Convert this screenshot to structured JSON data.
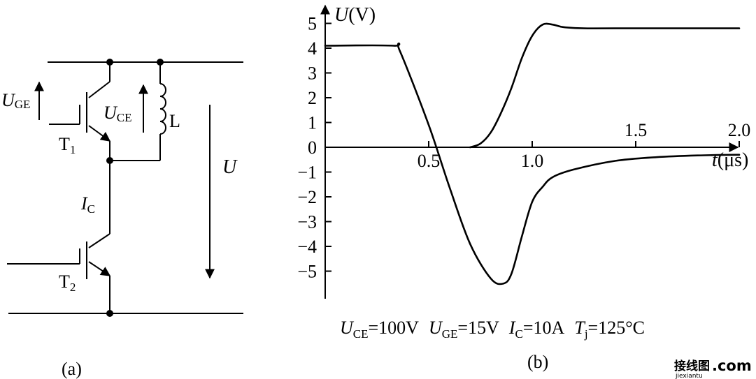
{
  "circuit": {
    "label_uge_main": "U",
    "label_uge_sub": "GE",
    "label_uce_main": "U",
    "label_uce_sub": "CE",
    "label_l": "L",
    "label_t1_main": "T",
    "label_t1_sub": "1",
    "label_t2_main": "T",
    "label_t2_sub": "2",
    "label_ic_main": "I",
    "label_ic_sub": "C",
    "label_u": "U",
    "caption": "(a)"
  },
  "plot": {
    "ylabel_main": "U",
    "ylabel_unit": "(V)",
    "xlabel_main": "t",
    "xlabel_unit": "(μs)",
    "caption": "(b)",
    "conditions": [
      {
        "main": "U",
        "sub": "CE",
        "value": "=100V"
      },
      {
        "main": "U",
        "sub": "GE",
        "value": "=15V"
      },
      {
        "main": "I",
        "sub": "C",
        "value": "=10A"
      },
      {
        "main": "T",
        "sub": "j",
        "value": "=125°C"
      }
    ]
  },
  "chart_data": {
    "type": "line",
    "xlabel": "t(μs)",
    "ylabel": "U(V)",
    "xlim": [
      0,
      2.1
    ],
    "ylim": [
      -6,
      5.5
    ],
    "x_ticks": [
      "0.5",
      "1.0",
      "1.5",
      "2.0"
    ],
    "y_ticks": [
      "5",
      "4",
      "3",
      "2",
      "1",
      "0",
      "−1",
      "−2",
      "−3",
      "−4",
      "−5"
    ],
    "series": [
      {
        "x": [
          0,
          0.33,
          0.36,
          0.5,
          0.6,
          0.7,
          0.8,
          0.86,
          0.9,
          0.95,
          1.0,
          1.05,
          1.1,
          1.2,
          1.4,
          1.6,
          1.8,
          2.0
        ],
        "y": [
          4.1,
          4.1,
          3.9,
          0.9,
          -1.6,
          -3.9,
          -5.3,
          -5.5,
          -5.1,
          -3.6,
          -2.2,
          -1.6,
          -1.2,
          -0.9,
          -0.55,
          -0.4,
          -0.33,
          -0.3
        ]
      },
      {
        "x": [
          0.7,
          0.75,
          0.8,
          0.85,
          0.9,
          0.95,
          1.0,
          1.05,
          1.1,
          1.15,
          1.25,
          1.4,
          2.0
        ],
        "y": [
          0,
          0.15,
          0.6,
          1.4,
          2.4,
          3.6,
          4.5,
          4.95,
          4.95,
          4.85,
          4.8,
          4.8,
          4.8
        ]
      }
    ]
  },
  "watermark": {
    "cn": "接线图",
    "dotcom": ".com",
    "en": "jiexiantu"
  },
  "colors": {
    "ink": "#000000",
    "watermark_red": "#c8322d",
    "watermark_gray": "#888888"
  }
}
